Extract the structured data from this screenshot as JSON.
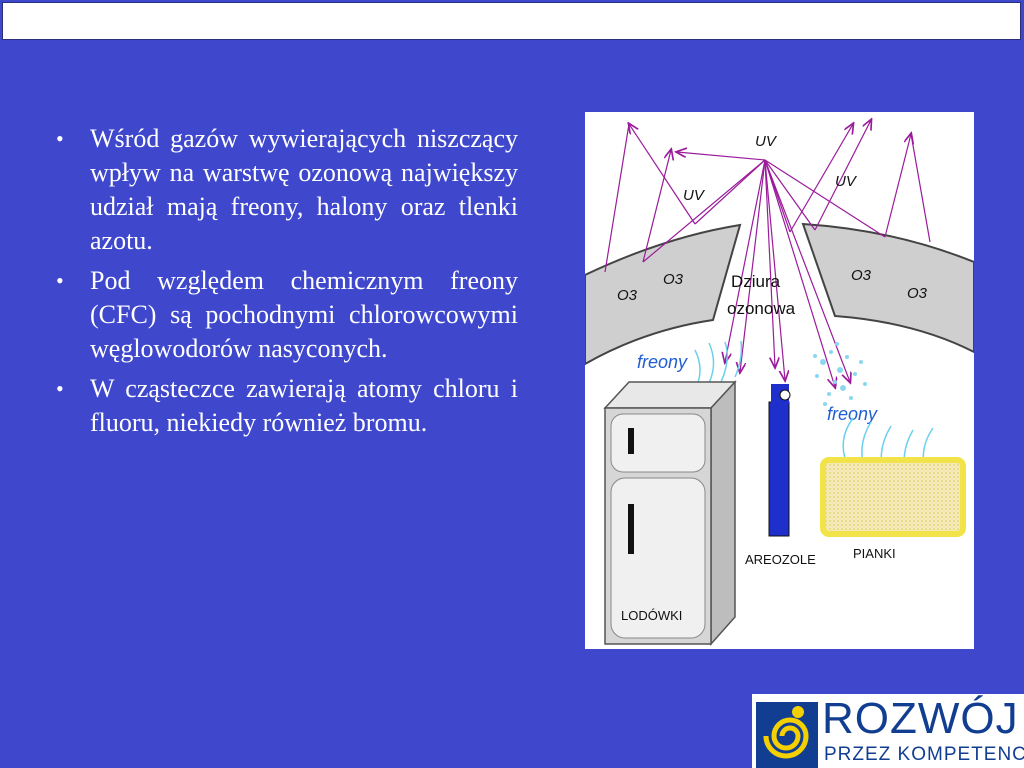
{
  "slide": {
    "bullets": [
      {
        "text": "Wśród gazów wywierających niszczący wpływ na warstwę ozonową największy udział mają freony, halony oraz tlenki azotu."
      },
      {
        "text": "Pod względem chemicznym freony (CFC) są pochodnymi chlorowcowymi węglowodorów nasyconych."
      },
      {
        "text": "W cząsteczce zawierają atomy chloru i fluoru, niekiedy również bromu."
      }
    ],
    "bullet_symbol": "•"
  },
  "illustration": {
    "uv_top": "UV",
    "uv_left": "UV",
    "uv_right": "UV",
    "o3": "O3",
    "hole_label_1": "Dziura",
    "hole_label_2": "ozonowa",
    "freony_left": "freony",
    "freony_right": "freony",
    "areozole": "AREOZOLE",
    "pianki": "PIANKI",
    "lodowki": "LODÓWKI"
  },
  "logo": {
    "word": "ROZWÓJ",
    "sub": "PRZEZ KOMPETENCJE"
  },
  "colors": {
    "background": "#3F48CC",
    "ray": "#9b1b9b",
    "layer": "#cfcfcf",
    "spray_can": "#1f2fcc",
    "foam": "#f2e34a",
    "logo_blue": "#123e92",
    "logo_yellow": "#f4d000"
  }
}
